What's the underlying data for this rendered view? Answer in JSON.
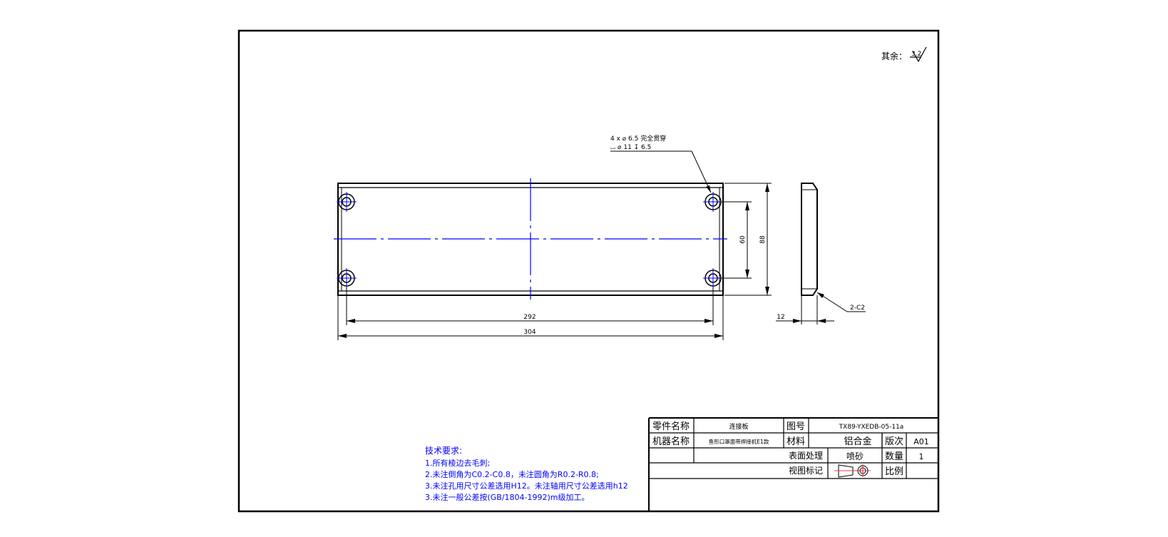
{
  "drawing": {
    "surface_note": {
      "label": "其余：",
      "roughness": "3.2"
    },
    "hole_callout": {
      "line1": "4 x ⌀ 6.5 完全贯穿",
      "line2": "⌴ ⌀ 11 ↧ 6.5"
    },
    "dimensions": {
      "hole_pitch_x": "292",
      "overall_length": "304",
      "hole_pitch_y": "60",
      "overall_width": "88",
      "thickness": "12",
      "chamfer": "2-C2"
    }
  },
  "tech_requirements": {
    "title": "技术要求:",
    "items": [
      "1.所有棱边去毛刺;",
      "2.未注倒角为C0.2-C0.8，未注圆角为R0.2-R0.8;",
      "3.未注孔用尺寸公差选用H12。未注轴用尺寸公差选用h12",
      "3.未注一般公差按(GB/1804-1992)m级加工。"
    ]
  },
  "title_block": {
    "part_name_label": "零件名称",
    "part_name": "连接板",
    "drawing_no_label": "图号",
    "drawing_no": "TX89-YXEDB-05-11a",
    "machine_name_label": "机器名称",
    "machine_name": "鱼形口罩面带焊接机E1款",
    "material_label": "材料",
    "material": "铝合金",
    "revision_label": "版次",
    "revision": "A01",
    "surface_label": "表面处理",
    "surface": "喷砂",
    "quantity_label": "数量",
    "quantity": "1",
    "view_mark_label": "视图标记",
    "scale_label": "比例",
    "scale": ""
  },
  "colors": {
    "line": "#000000",
    "center": "#0000ff",
    "note": "#0000ff"
  }
}
